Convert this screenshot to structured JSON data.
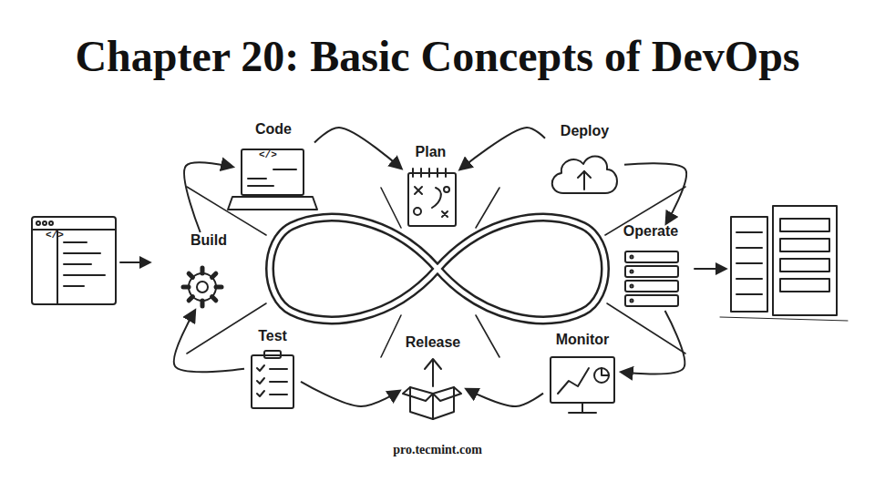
{
  "diagram": {
    "title": "Chapter 20: Basic Concepts of DevOps",
    "nodes": [
      {
        "text": [
          "Code"
        ]
      },
      {
        "text": [
          "Plan"
        ]
      },
      {
        "text": [
          "Deploy"
        ]
      },
      {
        "text": [
          "Build"
        ]
      },
      {
        "text": [
          "Operate"
        ]
      },
      {
        "text": [
          "Test"
        ]
      },
      {
        "text": [
          "Release"
        ]
      },
      {
        "text": [
          "Monitor"
        ]
      }
    ],
    "edges": [
      {
        "from": 5,
        "to": 3,
        "arrow": "to"
      },
      {
        "from": 3,
        "to": 0,
        "arrow": "to"
      },
      {
        "from": 0,
        "to": 1,
        "arrow": "to"
      },
      {
        "from": 2,
        "to": 1,
        "arrow": "to"
      },
      {
        "from": 2,
        "to": 4,
        "arrow": "to"
      },
      {
        "from": 4,
        "to": 7,
        "arrow": "to"
      },
      {
        "from": 7,
        "to": 6,
        "arrow": "to"
      },
      {
        "from": 5,
        "to": 6,
        "arrow": "to"
      }
    ],
    "labels": [
      "pro.tecmint.com",
      "</>",
      "</>"
    ]
  }
}
